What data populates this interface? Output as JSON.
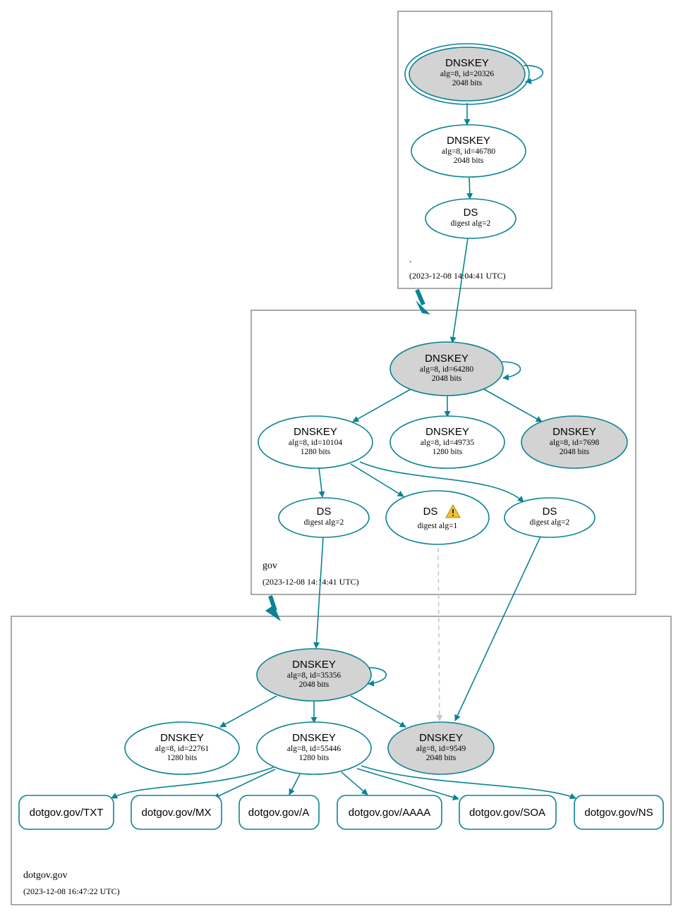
{
  "colors": {
    "edge": "#0a8394",
    "stroke": "#0a8394",
    "fill_sep": "#d3d3d3",
    "dashed": "#c8c8c8",
    "warning_fill": "#f2c12e",
    "box": "#555555"
  },
  "zones": {
    "root": {
      "name": ".",
      "time": "(2023-12-08 14:04:41 UTC)"
    },
    "gov": {
      "name": "gov",
      "time": "(2023-12-08 14:14:41 UTC)"
    },
    "dotgov": {
      "name": "dotgov.gov",
      "time": "(2023-12-08 16:47:22 UTC)"
    }
  },
  "nodes": {
    "root_ksk": {
      "title": "DNSKEY",
      "line1": "alg=8, id=20326",
      "line2": "2048 bits"
    },
    "root_zsk": {
      "title": "DNSKEY",
      "line1": "alg=8, id=46780",
      "line2": "2048 bits"
    },
    "root_ds": {
      "title": "DS",
      "line1": "digest alg=2"
    },
    "gov_ksk": {
      "title": "DNSKEY",
      "line1": "alg=8, id=64280",
      "line2": "2048 bits"
    },
    "gov_zsk1": {
      "title": "DNSKEY",
      "line1": "alg=8, id=10104",
      "line2": "1280 bits"
    },
    "gov_zsk2": {
      "title": "DNSKEY",
      "line1": "alg=8, id=49735",
      "line2": "1280 bits"
    },
    "gov_ksk2": {
      "title": "DNSKEY",
      "line1": "alg=8, id=7698",
      "line2": "2048 bits"
    },
    "gov_ds1": {
      "title": "DS",
      "line1": "digest alg=2"
    },
    "gov_ds2": {
      "title": "DS",
      "line1": "digest alg=1"
    },
    "gov_ds3": {
      "title": "DS",
      "line1": "digest alg=2"
    },
    "d_ksk": {
      "title": "DNSKEY",
      "line1": "alg=8, id=35356",
      "line2": "2048 bits"
    },
    "d_zsk1": {
      "title": "DNSKEY",
      "line1": "alg=8, id=22761",
      "line2": "1280 bits"
    },
    "d_zsk2": {
      "title": "DNSKEY",
      "line1": "alg=8, id=55446",
      "line2": "1280 bits"
    },
    "d_ksk2": {
      "title": "DNSKEY",
      "line1": "alg=8, id=9549",
      "line2": "2048 bits"
    }
  },
  "rrsets": [
    "dotgov.gov/TXT",
    "dotgov.gov/MX",
    "dotgov.gov/A",
    "dotgov.gov/AAAA",
    "dotgov.gov/SOA",
    "dotgov.gov/NS"
  ],
  "icons": {
    "warning": "warning-icon"
  }
}
